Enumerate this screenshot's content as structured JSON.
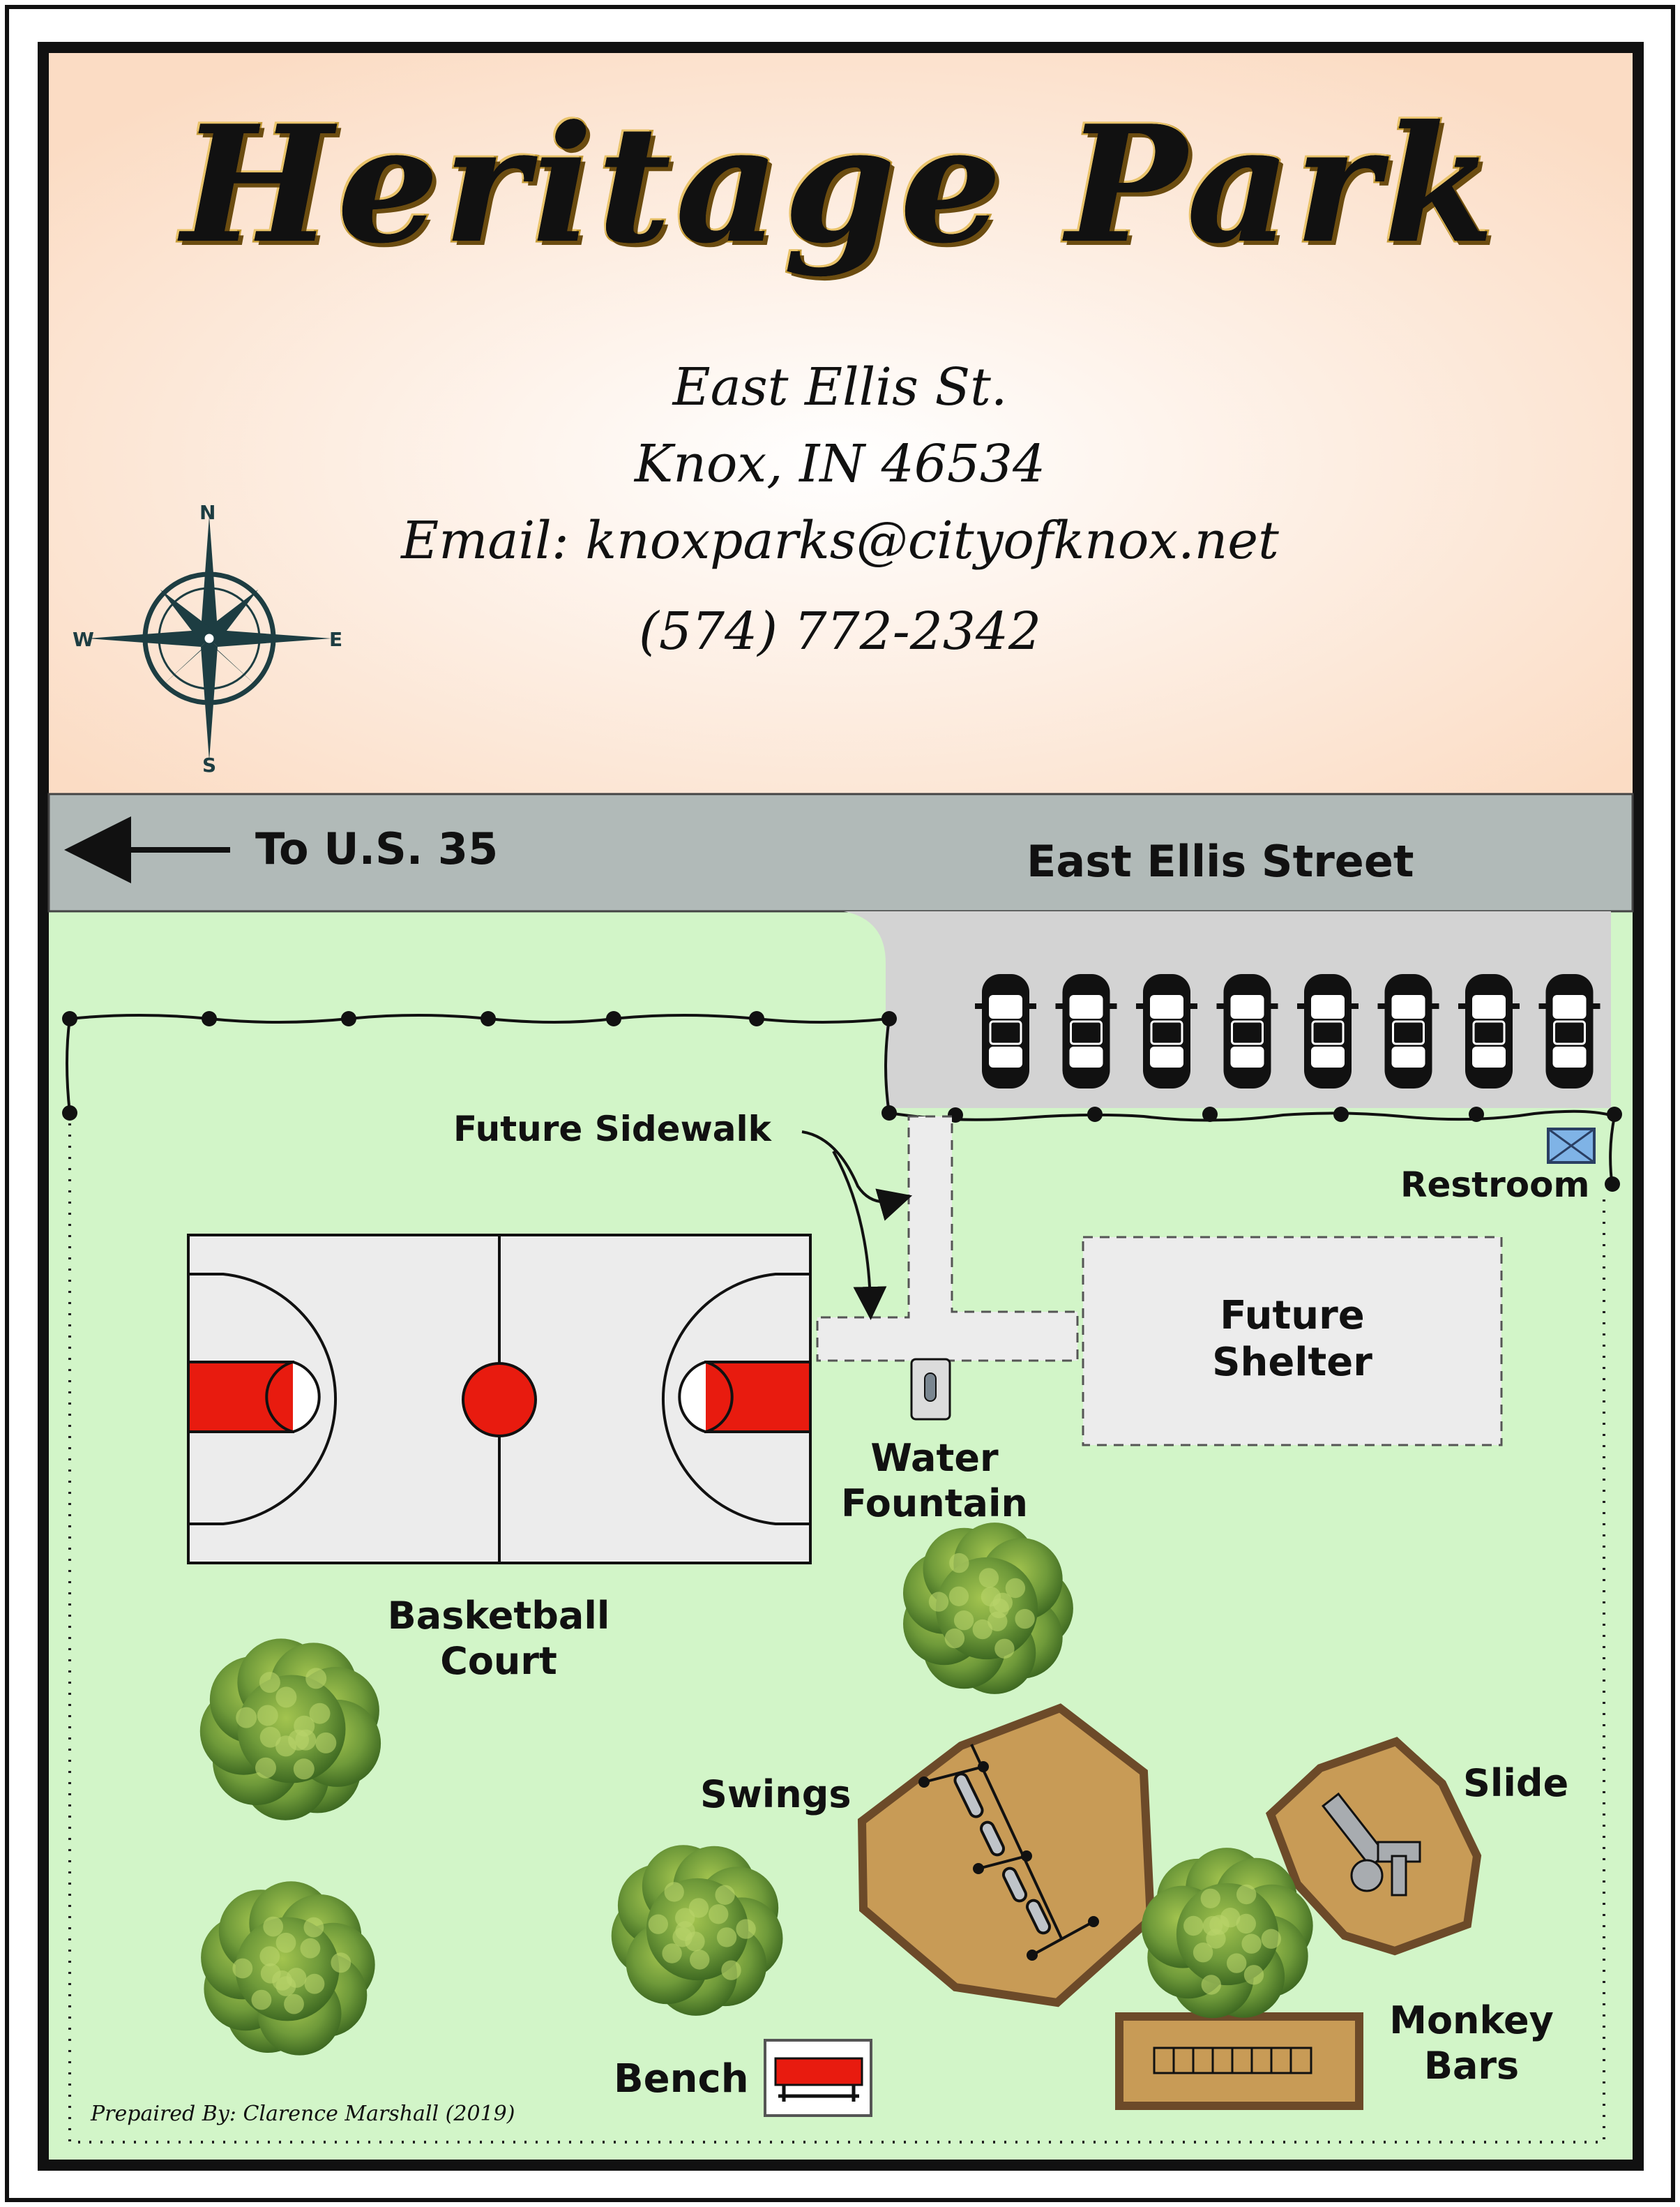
{
  "title": "Heritage Park",
  "address": {
    "street": "East Ellis St.",
    "city": "Knox, IN 46534",
    "email": "Email: knoxparks@cityofknox.net",
    "phone": "(574) 772-2342"
  },
  "compass": {
    "n": "N",
    "s": "S",
    "e": "E",
    "w": "W"
  },
  "road": {
    "direction": "To U.S. 35",
    "name": "East Ellis Street"
  },
  "labels": {
    "future_sidewalk": "Future Sidewalk",
    "restroom": "Restroom",
    "future_shelter_1": "Future",
    "future_shelter_2": "Shelter",
    "water_fountain_1": "Water",
    "water_fountain_2": "Fountain",
    "basketball_court_1": "Basketball",
    "basketball_court_2": "Court",
    "swings": "Swings",
    "slide": "Slide",
    "monkey_bars_1": "Monkey",
    "monkey_bars_2": "Bars",
    "bench": "Bench"
  },
  "credit": "Prepaired By: Clarence Marshall   (2019)",
  "parking_spaces": 8,
  "colors": {
    "header_bg": "#fbe2cd",
    "road": "#b1bab8",
    "parking": "#d3d3d3",
    "grass": "#d2f5c8",
    "court": "#ececec",
    "court_red": "#e81b0f",
    "playground": "#c89b56",
    "playground_border": "#6c4a29",
    "title_gold": "#c39a35",
    "compass": "#1d3d42",
    "restroom": "#7fb3e6"
  }
}
